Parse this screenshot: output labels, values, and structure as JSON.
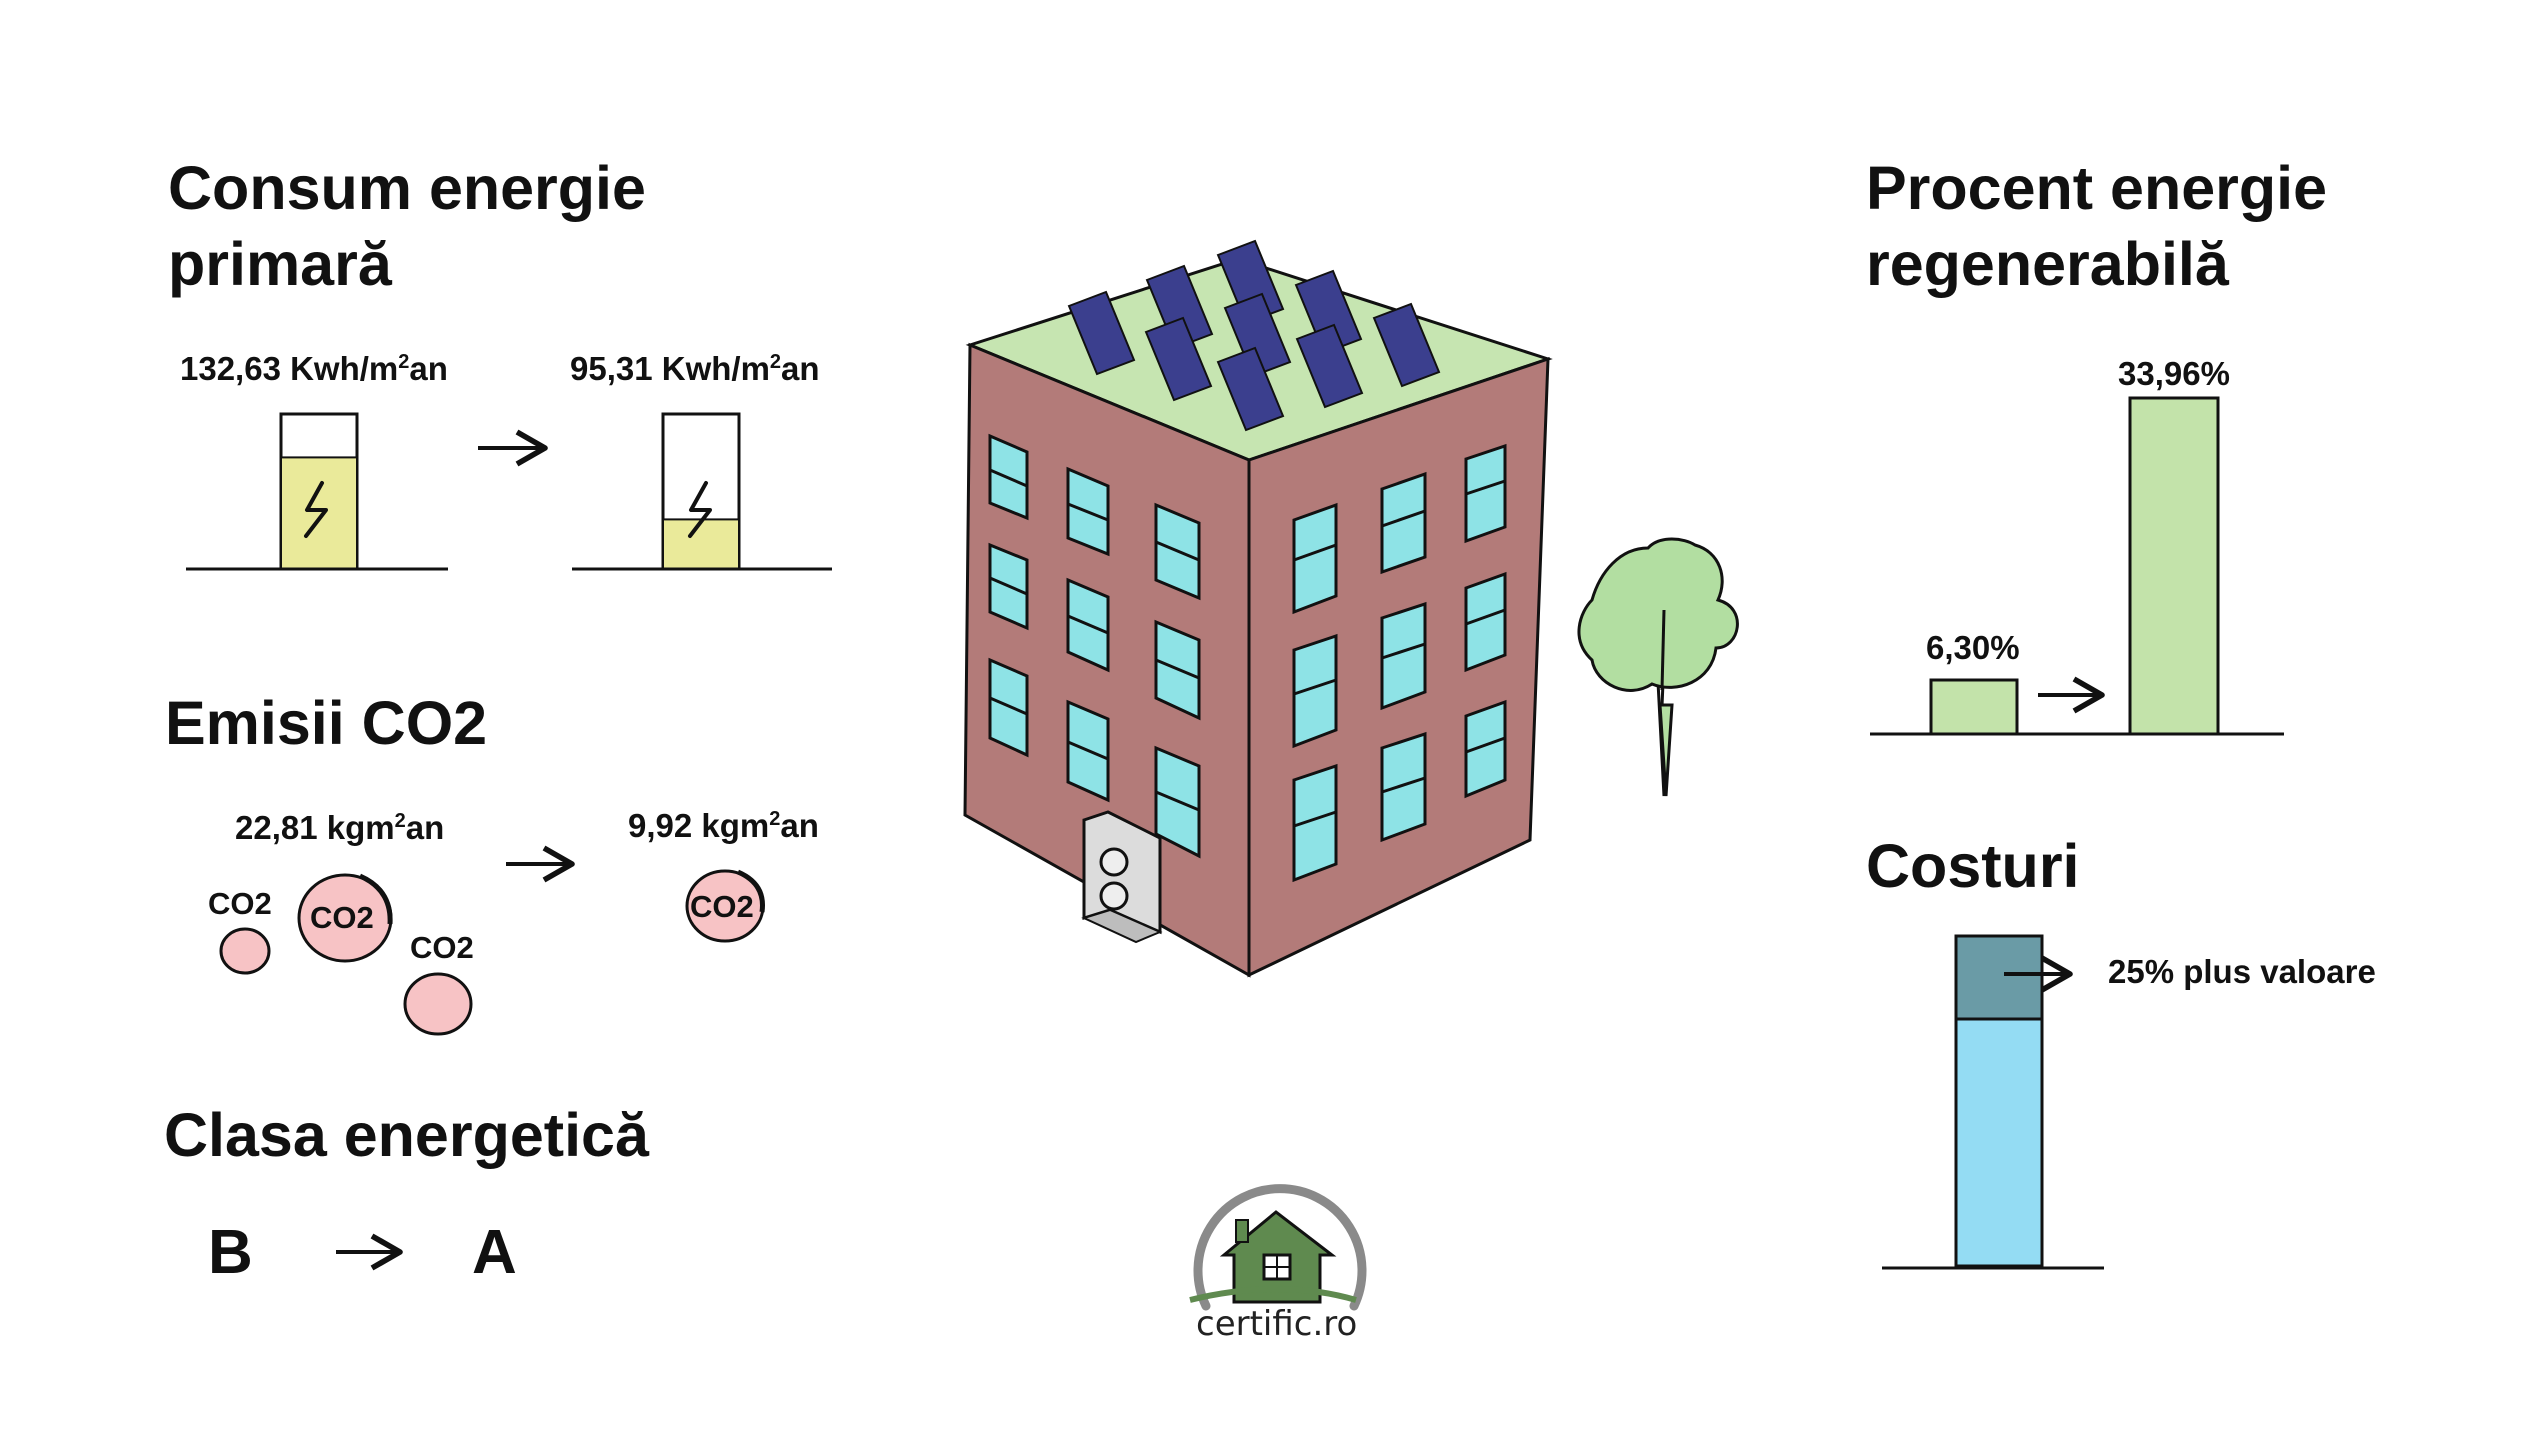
{
  "consum": {
    "title_line1": "Consum energie",
    "title_line2": "primară",
    "before": {
      "value": "132,63 Kwh/m",
      "sup": "2",
      "unit": "an",
      "level": 0.72
    },
    "after": {
      "value": "95,31 Kwh/m",
      "sup": "2",
      "unit": "an",
      "level": 0.32
    }
  },
  "emisii": {
    "title": "Emisii CO2",
    "before": {
      "value": "22,81 kgm",
      "sup": "2",
      "unit": "an"
    },
    "after": {
      "value": "9,92 kgm",
      "sup": "2",
      "unit": "an"
    },
    "bubble_label": "CO2"
  },
  "clasa": {
    "title": "Clasa energetică",
    "from": "B",
    "to": "A"
  },
  "procent": {
    "title_line1": "Procent energie",
    "title_line2": "regenerabilă",
    "before": "6,30%",
    "after": "33,96%"
  },
  "costuri": {
    "title": "Costuri",
    "note": "25% plus valoare"
  },
  "logo": {
    "text": "certific.ro"
  },
  "colors": {
    "battery_fill": "#eaea9a",
    "co2_bubble": "#f7c3c5",
    "green_bar": "#c3e3aa",
    "cost_base": "#94dcf3",
    "cost_top": "#6a9ba6",
    "wall": "#b37b79",
    "window": "#8ee3e6",
    "roof": "#c6e5b1",
    "panel": "#3b3f8e",
    "tree": "#b2dea1",
    "logo_green": "#5f8a4f"
  }
}
